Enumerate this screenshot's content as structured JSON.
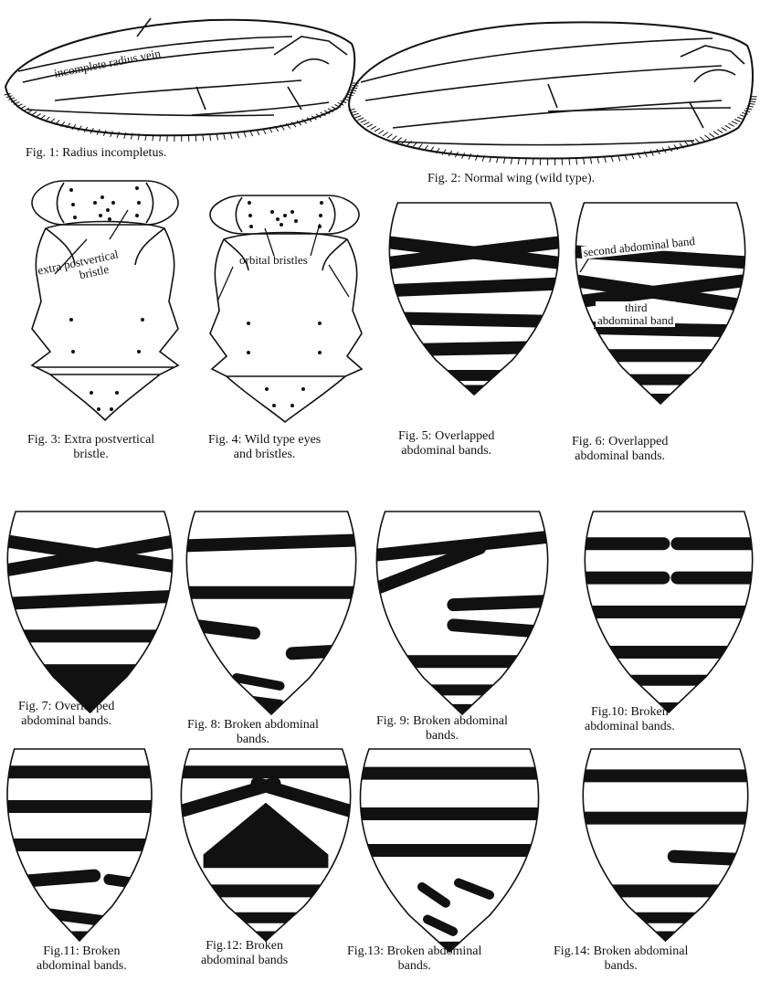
{
  "labels": {
    "incomplete_radius": "incomplete radius vein",
    "extra_postvertical": [
      "extra postvertical",
      "bristle"
    ],
    "orbital_bristles": "orbital bristles",
    "second_band": "second abdominal band",
    "third_band": [
      "third",
      "abdominal band"
    ]
  },
  "captions": {
    "fig1": [
      "Fig. 1: Radius incompletus."
    ],
    "fig2": [
      "Fig. 2: Normal wing (wild type)."
    ],
    "fig3": [
      "Fig. 3: Extra postvertical",
      "bristle."
    ],
    "fig4": [
      "Fig. 4: Wild type eyes",
      "and bristles."
    ],
    "fig5": [
      "Fig. 5: Overlapped",
      "abdominal bands."
    ],
    "fig6": [
      "Fig. 6: Overlapped",
      "abdominal bands."
    ],
    "fig7": [
      "Fig. 7: Overlapped",
      "abdominal bands."
    ],
    "fig8": [
      "Fig. 8: Broken abdominal",
      "bands."
    ],
    "fig9": [
      "Fig. 9: Broken abdominal",
      "bands."
    ],
    "fig10": [
      "Fig.10: Broken",
      "abdominal bands."
    ],
    "fig11": [
      "Fig.11: Broken",
      "abdominal bands."
    ],
    "fig12": [
      "Fig.12: Broken",
      "abdominal bands"
    ],
    "fig13": [
      "Fig.13: Broken abdominal",
      "bands."
    ],
    "fig14": [
      "Fig.14: Broken abdominal",
      "bands."
    ]
  }
}
